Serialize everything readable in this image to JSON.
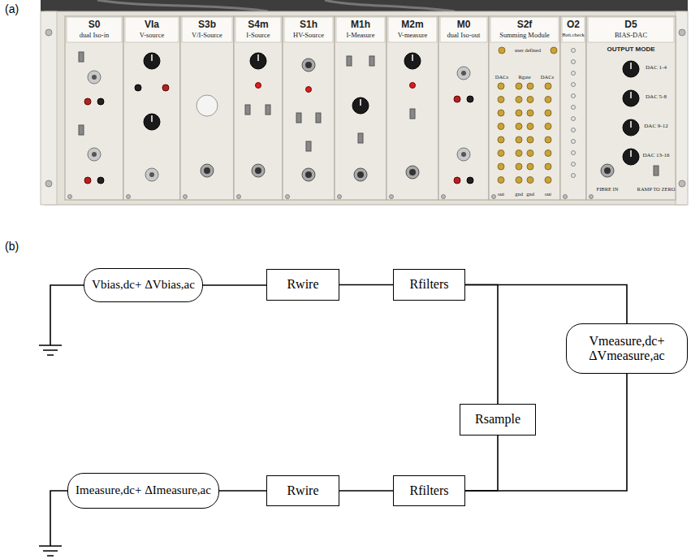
{
  "diagram": {
    "nodes": [
      {
        "text": [
          "Vbias,dc+ ΔVbias,ac"
        ]
      },
      {
        "text": [
          "Rwire"
        ]
      },
      {
        "text": [
          "Rfilters"
        ]
      },
      {
        "text": [
          "Rsample"
        ]
      },
      {
        "text": [
          "Vmeasure,dc+ ΔVmeasure,ac"
        ]
      },
      {
        "text": [
          "Imeasure,dc+ ΔImeasure,ac"
        ]
      },
      {
        "text": [
          "Rwire"
        ]
      },
      {
        "text": [
          "Rfilters"
        ]
      }
    ],
    "edges": [
      {
        "from": 0,
        "to": 1,
        "arrow": "none"
      },
      {
        "from": 1,
        "to": 2,
        "arrow": "none"
      },
      {
        "from": 2,
        "to": 3,
        "arrow": "none"
      },
      {
        "from": 2,
        "to": 4,
        "arrow": "none"
      },
      {
        "from": 3,
        "to": 7,
        "arrow": "none"
      },
      {
        "from": 4,
        "to": 7,
        "arrow": "none"
      },
      {
        "from": 5,
        "to": 6,
        "arrow": "none"
      },
      {
        "from": 6,
        "to": 7,
        "arrow": "none"
      }
    ],
    "labels": [
      "(a)",
      "S0",
      "dual Iso-in",
      "VIa",
      "V-source",
      "S3b",
      "V/I-Source",
      "S4m",
      "I-Source",
      "S1h",
      "HV-Source",
      "M1h",
      "I-Measure",
      "M2m",
      "V-measure",
      "M0",
      "dual Iso-out",
      "S2f",
      "Summing Module",
      "O2",
      "Batt.check",
      "D5",
      "BIAS-DAC",
      "OUTPUT MODE",
      "DAC 1-4",
      "DAC 5-8",
      "DAC 9-12",
      "DAC 13-16",
      "FIBRE IN",
      "RAMP TO ZERO",
      "user defined",
      "DACs",
      "Rgate",
      "DACs",
      "out",
      "gnd",
      "gnd",
      "out",
      "(b)"
    ]
  }
}
